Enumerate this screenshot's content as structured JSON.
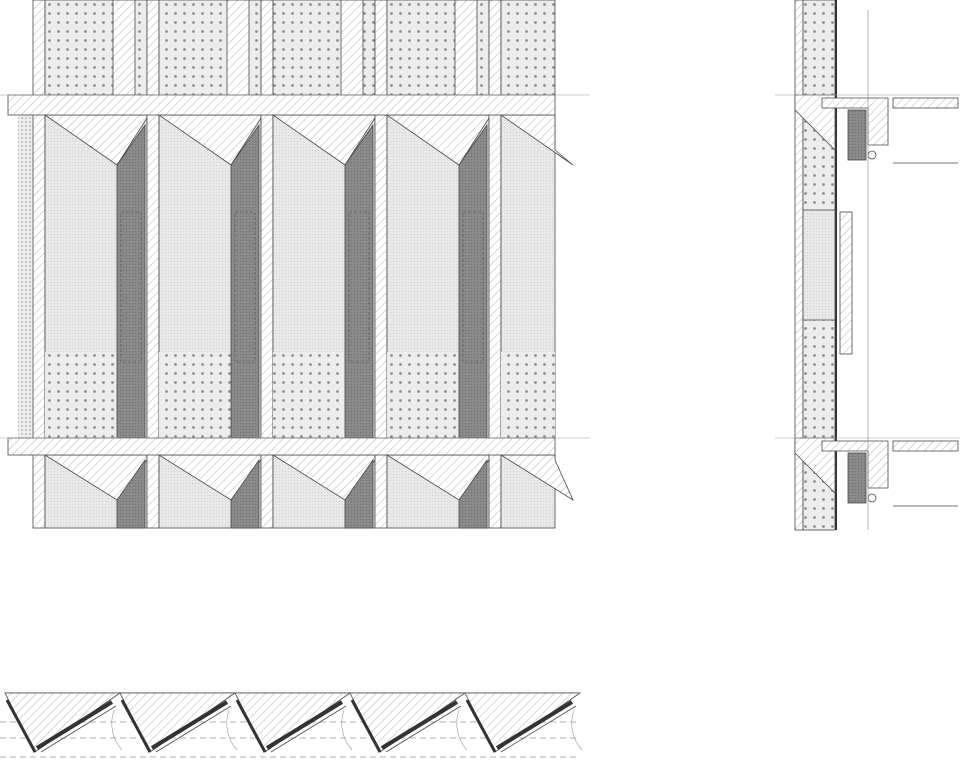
{
  "drawing": {
    "views": [
      "facade-elevation",
      "wall-section",
      "louver-plan"
    ],
    "bays_in_elevation": 5,
    "louvers_in_plan": 5
  },
  "colors": {
    "line": "#4a4a4a",
    "panel_fill": "#e6e6e6",
    "dark_fin": "#8a8a8a",
    "dot": "#9a9a9a",
    "hatch": "#b5b5b5"
  }
}
